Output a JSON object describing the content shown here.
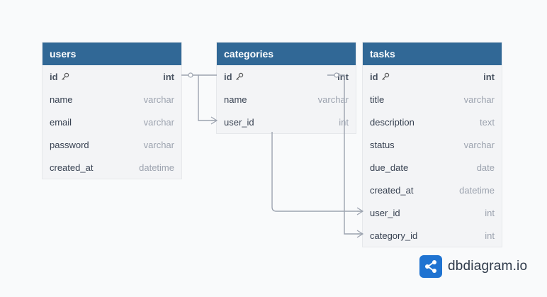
{
  "tables": [
    {
      "id": "users",
      "name": "users",
      "fields": [
        {
          "name": "id",
          "type": "int",
          "pk": true
        },
        {
          "name": "name",
          "type": "varchar"
        },
        {
          "name": "email",
          "type": "varchar"
        },
        {
          "name": "password",
          "type": "varchar"
        },
        {
          "name": "created_at",
          "type": "datetime"
        }
      ]
    },
    {
      "id": "categories",
      "name": "categories",
      "fields": [
        {
          "name": "id",
          "type": "int",
          "pk": true
        },
        {
          "name": "name",
          "type": "varchar"
        },
        {
          "name": "user_id",
          "type": "int"
        }
      ]
    },
    {
      "id": "tasks",
      "name": "tasks",
      "fields": [
        {
          "name": "id",
          "type": "int",
          "pk": true
        },
        {
          "name": "title",
          "type": "varchar"
        },
        {
          "name": "description",
          "type": "text"
        },
        {
          "name": "status",
          "type": "varchar"
        },
        {
          "name": "due_date",
          "type": "date"
        },
        {
          "name": "created_at",
          "type": "datetime"
        },
        {
          "name": "user_id",
          "type": "int"
        },
        {
          "name": "category_id",
          "type": "int"
        }
      ]
    }
  ],
  "relations": [
    {
      "from": "users.id",
      "to": "categories.user_id",
      "from_end": "one",
      "to_end": "many"
    },
    {
      "from": "users.id",
      "to": "tasks.user_id",
      "from_end": "one",
      "to_end": "many"
    },
    {
      "from": "categories.id",
      "to": "tasks.category_id",
      "from_end": "one",
      "to_end": "many"
    }
  ],
  "brand": {
    "text": "dbdiagram.io"
  },
  "colors": {
    "header": "#316896",
    "body": "#f3f4f6",
    "wire": "#9ca3af",
    "brand": "#1f73d1"
  }
}
